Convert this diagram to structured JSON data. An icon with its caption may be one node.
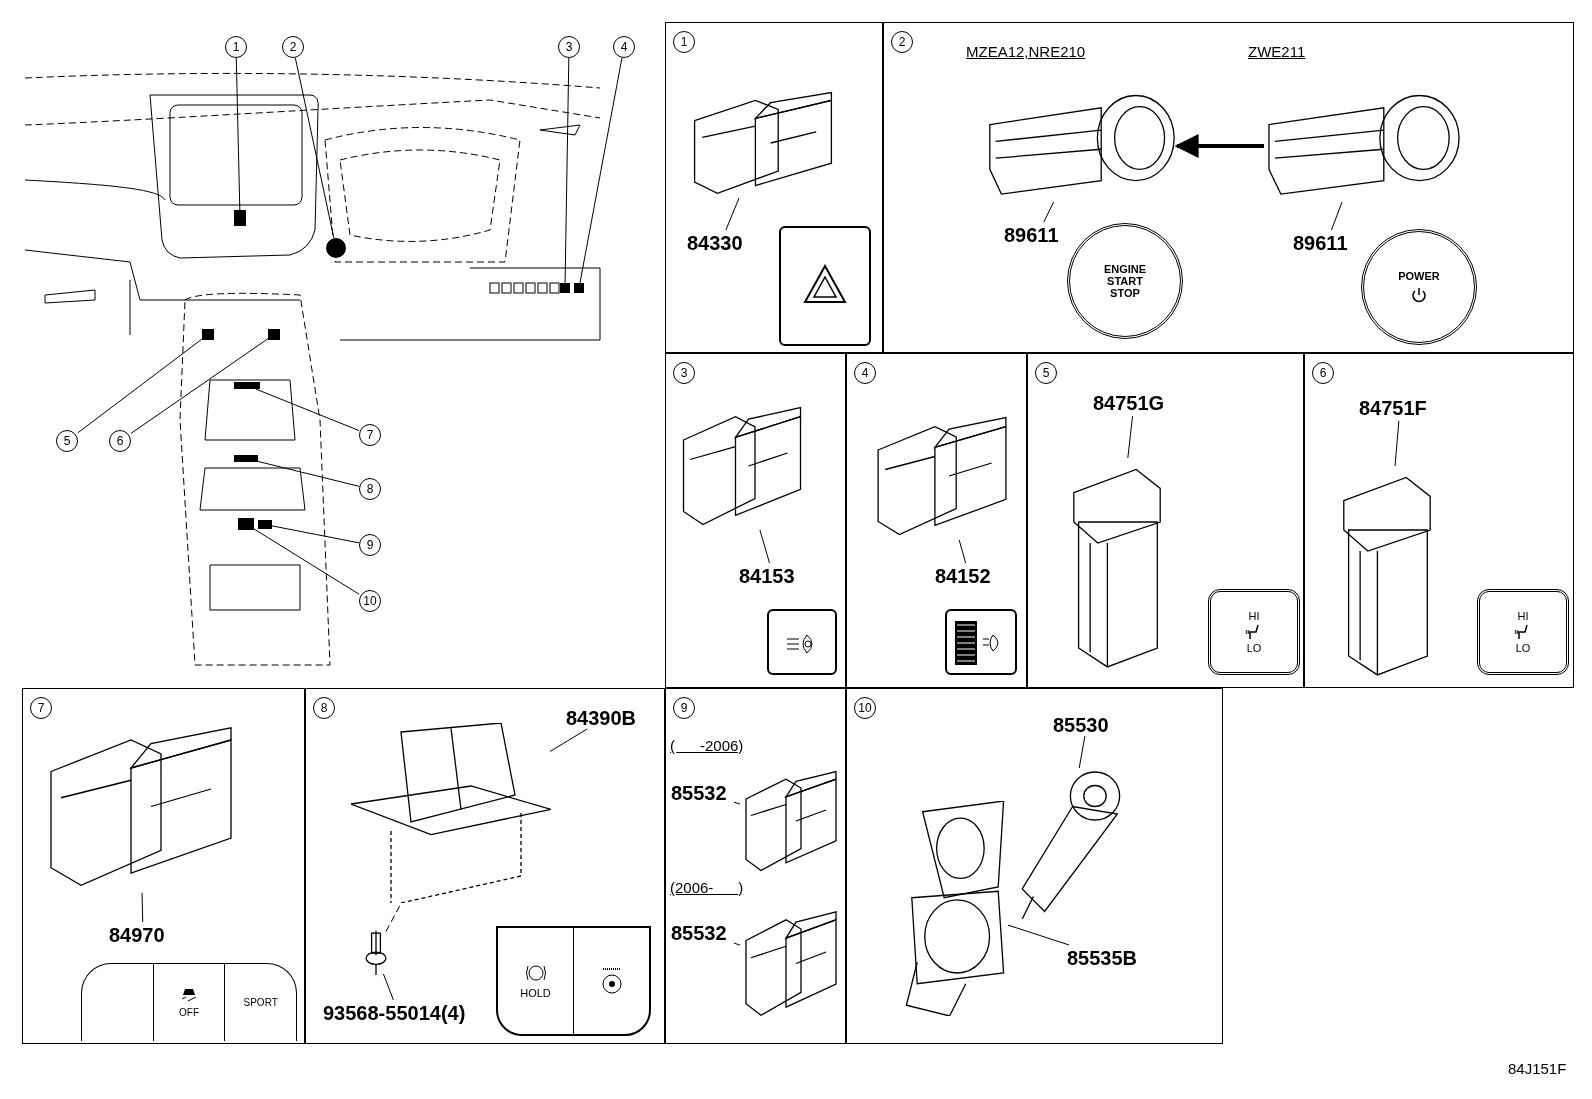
{
  "diagram": {
    "nodes": [
      {
        "text": [
          "1"
        ]
      },
      {
        "text": [
          "2"
        ]
      },
      {
        "text": [
          "3"
        ]
      },
      {
        "text": [
          "4"
        ]
      },
      {
        "text": [
          "5"
        ]
      },
      {
        "text": [
          "6"
        ]
      },
      {
        "text": [
          "7"
        ]
      },
      {
        "text": [
          "8"
        ]
      },
      {
        "text": [
          "9"
        ]
      },
      {
        "text": [
          "10"
        ]
      },
      {
        "text": [],
        "shape": "box"
      },
      {
        "text": [],
        "shape": "circle"
      },
      {
        "text": [],
        "shape": "box"
      },
      {
        "text": [],
        "shape": "box"
      },
      {
        "text": [],
        "shape": "box"
      },
      {
        "text": [],
        "shape": "box"
      },
      {
        "text": [],
        "shape": "box"
      },
      {
        "text": [],
        "shape": "box"
      },
      {
        "text": [],
        "shape": "box"
      },
      {
        "text": [],
        "shape": "box"
      },
      {
        "text": [
          "1"
        ]
      },
      {
        "text": [],
        "shape": "picture",
        "in": 20
      },
      {
        "text": [
          "84330"
        ],
        "in": 20
      },
      {
        "text": [],
        "shape": "box",
        "in": 20
      },
      {
        "text": [
          "2",
          "MZEA12,NRE210",
          "ZWE211"
        ]
      },
      {
        "text": [],
        "shape": "picture",
        "in": 24
      },
      {
        "text": [
          "89611"
        ],
        "in": 24
      },
      {
        "text": [
          "ENGINE START STOP"
        ],
        "in": 24
      },
      {
        "text": [],
        "shape": "picture",
        "in": 24
      },
      {
        "text": [
          "89611"
        ],
        "in": 24
      },
      {
        "text": [
          "POWER"
        ],
        "in": 24
      },
      {
        "text": [
          "3"
        ]
      },
      {
        "text": [],
        "shape": "picture",
        "in": 31
      },
      {
        "text": [
          "84153"
        ],
        "in": 31
      },
      {
        "text": [],
        "shape": "box",
        "in": 31
      },
      {
        "text": [
          "4"
        ]
      },
      {
        "text": [],
        "shape": "picture",
        "in": 35
      },
      {
        "text": [
          "84152"
        ],
        "in": 35
      },
      {
        "text": [],
        "shape": "box",
        "in": 35
      },
      {
        "text": [
          "5"
        ]
      },
      {
        "text": [
          "84751G"
        ],
        "in": 39
      },
      {
        "text": [],
        "shape": "picture",
        "in": 39
      },
      {
        "text": [
          "HI",
          "LO"
        ],
        "in": 39
      },
      {
        "text": [
          "6"
        ]
      },
      {
        "text": [
          "84751F"
        ],
        "in": 43
      },
      {
        "text": [],
        "shape": "picture",
        "in": 43
      },
      {
        "text": [
          "HI",
          "LO"
        ],
        "in": 43
      },
      {
        "text": [
          "7"
        ]
      },
      {
        "text": [],
        "shape": "picture",
        "in": 47
      },
      {
        "text": [
          "84970"
        ],
        "in": 47
      },
      {
        "text": [
          "OFF",
          "SPORT"
        ],
        "in": 47
      },
      {
        "text": [
          "8"
        ]
      },
      {
        "text": [],
        "shape": "picture",
        "in": 51
      },
      {
        "text": [
          "84390B"
        ],
        "in": 51
      },
      {
        "text": [],
        "shape": "picture",
        "in": 51
      },
      {
        "text": [
          "93568-55014(4)"
        ],
        "in": 51
      },
      {
        "text": [
          "HOLD"
        ],
        "in": 51
      },
      {
        "text": [
          "9",
          "(      -2006)",
          "(2006-      )"
        ]
      },
      {
        "text": [],
        "shape": "picture",
        "in": 57
      },
      {
        "text": [
          "85532"
        ],
        "in": 57
      },
      {
        "text": [],
        "shape": "picture",
        "in": 57
      },
      {
        "text": [
          "85532"
        ],
        "in": 57
      },
      {
        "text": [
          "10"
        ]
      },
      {
        "text": [
          "85530"
        ],
        "in": 62
      },
      {
        "text": [],
        "shape": "picture",
        "in": 62
      },
      {
        "text": [],
        "shape": "picture",
        "in": 62
      },
      {
        "text": [
          "85535B"
        ],
        "in": 62
      }
    ],
    "edges": [
      {
        "from": 0,
        "to": 10,
        "arrow": "none"
      },
      {
        "from": 1,
        "to": 11,
        "arrow": "none"
      },
      {
        "from": 2,
        "to": 12,
        "arrow": "none"
      },
      {
        "from": 3,
        "to": 13,
        "arrow": "none"
      },
      {
        "from": 4,
        "to": 14,
        "arrow": "none"
      },
      {
        "from": 5,
        "to": 15,
        "arrow": "none"
      },
      {
        "from": 6,
        "to": 16,
        "arrow": "none"
      },
      {
        "from": 7,
        "to": 17,
        "arrow": "none"
      },
      {
        "from": 8,
        "to": 18,
        "arrow": "none"
      },
      {
        "from": 9,
        "to": 19,
        "arrow": "none"
      },
      {
        "from": 22,
        "to": 21,
        "arrow": "none"
      },
      {
        "from": 26,
        "to": 25,
        "arrow": "none"
      },
      {
        "from": 29,
        "to": 28,
        "arrow": "none"
      },
      {
        "from": 28,
        "to": 25,
        "arrow": "to",
        "style": "thick"
      },
      {
        "from": 33,
        "to": 32,
        "arrow": "none"
      },
      {
        "from": 37,
        "to": 36,
        "arrow": "none"
      },
      {
        "from": 40,
        "to": 41,
        "arrow": "none"
      },
      {
        "from": 44,
        "to": 45,
        "arrow": "none"
      },
      {
        "from": 49,
        "to": 48,
        "arrow": "none"
      },
      {
        "from": 53,
        "to": 52,
        "arrow": "none"
      },
      {
        "from": 55,
        "to": 54,
        "arrow": "none"
      },
      {
        "from": 54,
        "to": 52,
        "arrow": "none",
        "style": "dashed"
      },
      {
        "from": 59,
        "to": 58,
        "arrow": "none"
      },
      {
        "from": 61,
        "to": 60,
        "arrow": "none"
      },
      {
        "from": 63,
        "to": 65,
        "arrow": "none"
      },
      {
        "from": 66,
        "to": 64,
        "arrow": "none"
      }
    ],
    "labels": [
      "84J151F"
    ]
  }
}
